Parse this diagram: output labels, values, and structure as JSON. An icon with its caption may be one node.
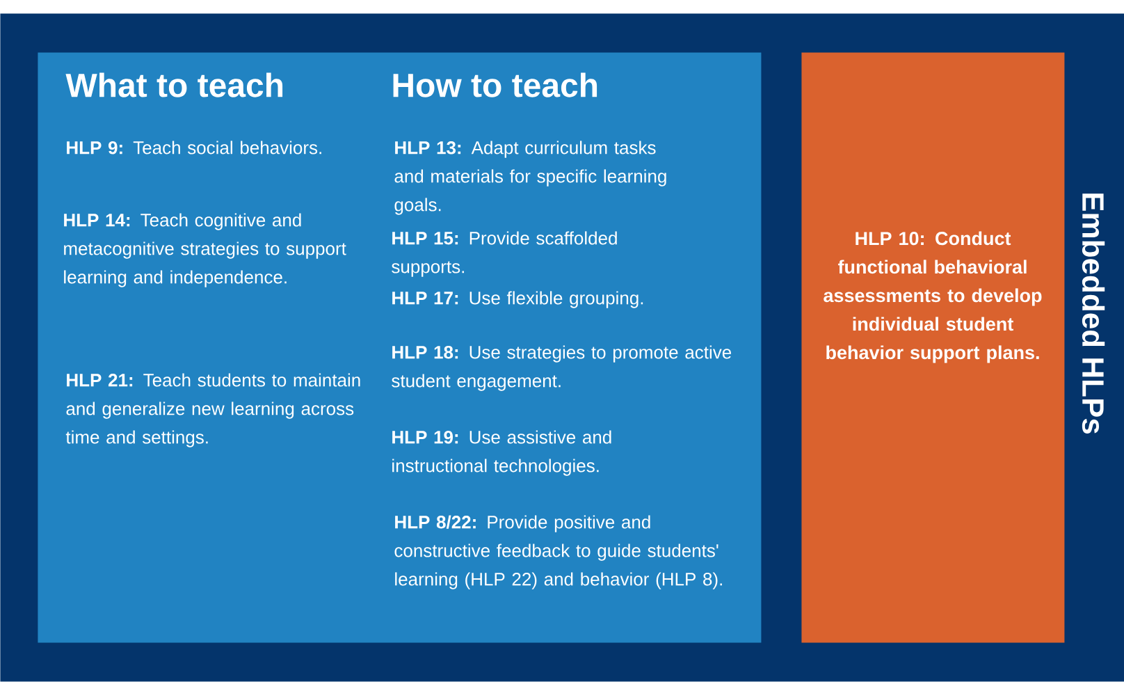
{
  "diagram": {
    "nodes": [
      {
        "text": [
          "Embedded HLPs"
        ]
      },
      {
        "text": [
          "What to teach",
          "**HLP 9:** Teach social behaviors.",
          "**HLP 14:** Teach cognitive and metacognitive strategies to support learning and independence.",
          "**HLP 21:** Teach students to maintain and generalize new learning across time and settings.",
          "How to teach",
          "**HLP 13:** Adapt curriculum tasks and materials for specific learning goals.",
          "**HLP 15:** Provide scaffolded supports.",
          "**HLP 17:** Use flexible grouping.",
          "**HLP 18:** Use strategies to promote active student engagement.",
          "**HLP 19:** Use assistive and instructional technologies.",
          "**HLP 8/22:** Provide positive and constructive feedback to guide students' learning (HLP 22) and behavior (HLP 8)."
        ],
        "in": 0
      },
      {
        "text": [
          "HLP 10: Conduct functional behavioral assessments to develop individual student behavior support plans."
        ],
        "in": 0
      }
    ]
  }
}
